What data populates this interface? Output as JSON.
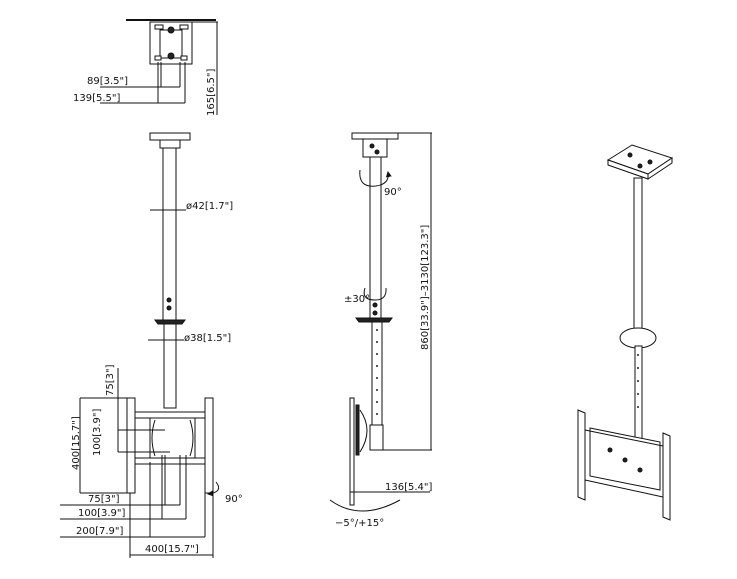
{
  "top_view": {
    "dim_hole_inner": "89[3.5\"]",
    "dim_hole_outer": "139[5.5\"]",
    "dim_height": "165[6.5\"]"
  },
  "front_view": {
    "upper_pole_diameter": "ø42[1.7\"]",
    "lower_pole_diameter": "ø38[1.5\"]",
    "vesa_v_75": "75[3\"]",
    "vesa_v_100": "100[3.9\"]",
    "vesa_v_400": "400[15.7\"]",
    "vesa_h_75": "75[3\"]",
    "vesa_h_100": "100[3.9\"]",
    "vesa_h_200": "200[7.9\"]",
    "vesa_h_400": "400[15.7\"]",
    "rotation": "90°"
  },
  "side_view": {
    "rotation": "90°",
    "swivel": "±30°",
    "height_range": "860[33.9\"]–3130[123.3\"]",
    "depth": "136[5.4\"]",
    "tilt": "−5°/+15°"
  }
}
